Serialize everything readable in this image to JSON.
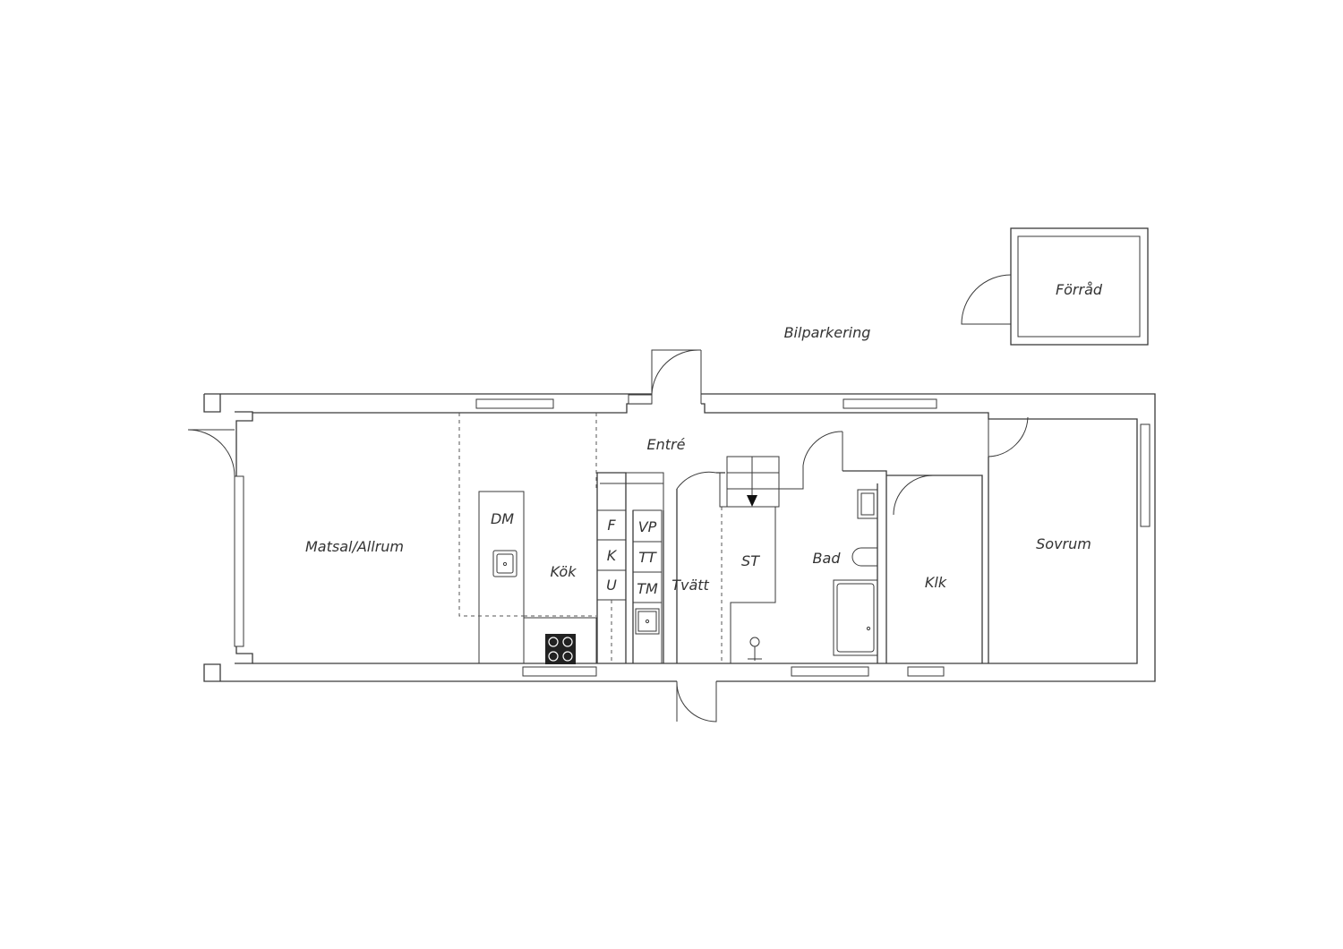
{
  "labels": {
    "forrad": "Förråd",
    "bilparkering": "Bilparkering",
    "entre": "Entré",
    "matsal": "Matsal/Allrum",
    "dm": "DM",
    "kok": "Kök",
    "f": "F",
    "k": "K",
    "u": "U",
    "vp": "VP",
    "tt": "TT",
    "tm": "TM",
    "tvatt": "Tvätt",
    "st": "ST",
    "bad": "Bad",
    "klk": "Klk",
    "sovrum": "Sovrum"
  },
  "icons": [
    "stove-icon",
    "sink-icon",
    "stair-arrow-icon",
    "toilet-icon",
    "bathtub-icon",
    "shower-drain-icon"
  ]
}
